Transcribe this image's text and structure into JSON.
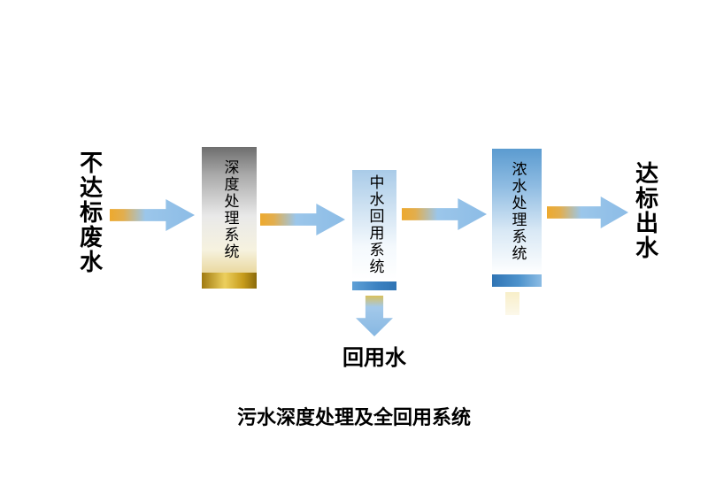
{
  "title": "污水深度处理及全回用系统",
  "flow": {
    "input_label": "不达标废水",
    "output_label": "达标出水",
    "stages": [
      {
        "label": "深度处理系统"
      },
      {
        "label": "中水回用系统"
      },
      {
        "label": "浓水处理系统"
      }
    ],
    "branch": {
      "label": "回用水"
    }
  },
  "colors": {
    "arrow_blue": "#8CBCE6",
    "arrow_gold": "#EDA92E",
    "stage1_top": "#6E6E6E",
    "stage1_bar_gold": "#C79C1C",
    "stage2_top_blue": "#A9CBE8",
    "stage2_bar_blue": "#2F74B4",
    "stage3_top_blue": "#5B9BD0",
    "stage3_bar_blue": "#4E93CC",
    "text": "#000000",
    "background": "#FFFFFF"
  }
}
